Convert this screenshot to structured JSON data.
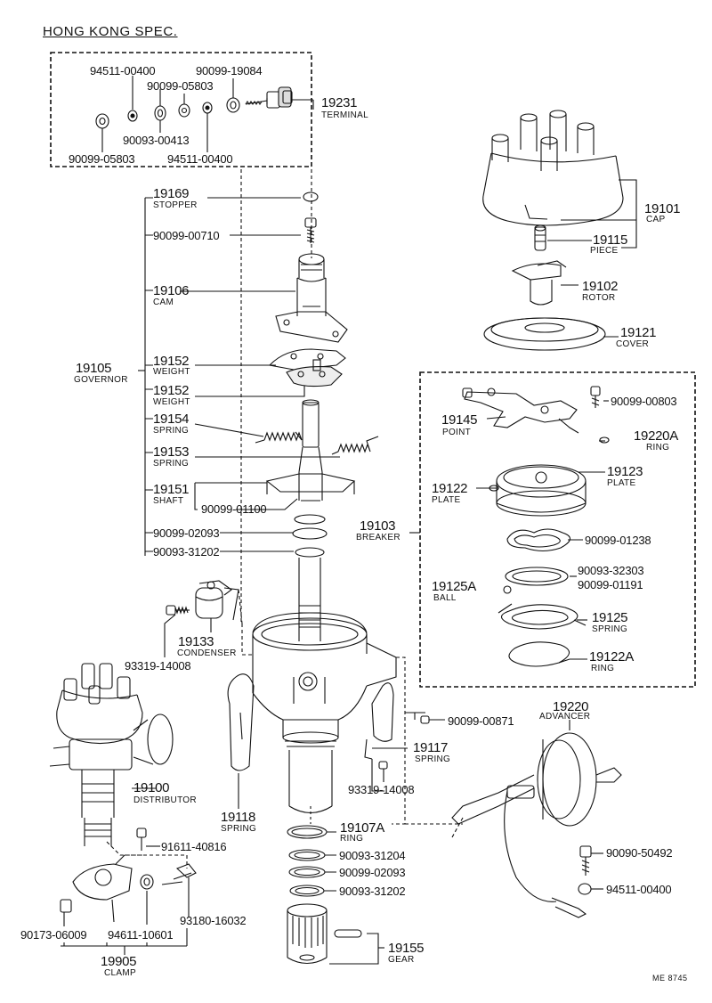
{
  "header": {
    "spec": "HONG KONG SPEC."
  },
  "footer": {
    "ref": "ME 8745"
  },
  "terminal_group": {
    "part_nos": {
      "a": "94511-00400",
      "b": "90099-19084",
      "c": "90099-05803",
      "d": "90093-00413",
      "e": "90099-05803",
      "f": "94511-00400"
    },
    "code": "19231",
    "name": "TERMINAL"
  },
  "governor": {
    "code": "19105",
    "name": "GOVERNOR",
    "stopper": {
      "code": "19169",
      "name": "STOPPER"
    },
    "screw": "90099-00710",
    "cam": {
      "code": "19106",
      "name": "CAM"
    },
    "weight1": {
      "code": "19152",
      "name": "WEIGHT"
    },
    "weight2": {
      "code": "19152",
      "name": "WEIGHT"
    },
    "spring1": {
      "code": "19154",
      "name": "SPRING"
    },
    "spring2": {
      "code": "19153",
      "name": "SPRING"
    },
    "shaft": {
      "code": "19151",
      "name": "SHAFT"
    },
    "shaft_clip": "90099-01100",
    "washer1": "90099-02093",
    "washer2": "90093-31202"
  },
  "condenser": {
    "code": "19133",
    "name": "CONDENSER",
    "screw": "93319-14008"
  },
  "cap": {
    "code": "19101",
    "name": "CAP"
  },
  "piece": {
    "code": "19115",
    "name": "PIECE"
  },
  "rotor": {
    "code": "19102",
    "name": "ROTOR"
  },
  "cover": {
    "code": "19121",
    "name": "COVER"
  },
  "breaker": {
    "code": "19103",
    "name": "BREAKER",
    "point": {
      "code": "19145",
      "name": "POINT"
    },
    "point_screw": "90099-00803",
    "ring_a": {
      "code": "19220A",
      "name": "RING"
    },
    "plate_upper": {
      "code": "19123",
      "name": "PLATE"
    },
    "plate_lower": {
      "code": "19122",
      "name": "PLATE"
    },
    "wave_washer": "90099-01238",
    "washer_a": "90093-32303",
    "washer_b": "90099-01191",
    "ball": {
      "code": "19125A",
      "name": "BALL"
    },
    "spring": {
      "code": "19125",
      "name": "SPRING"
    },
    "ring_b": {
      "code": "19122A",
      "name": "RING"
    }
  },
  "housing": {
    "screw": "90099-00871",
    "spring": {
      "code": "19117",
      "name": "SPRING"
    },
    "screw2": "93319-14008"
  },
  "advancer": {
    "code": "19220",
    "name": "ADVANCER",
    "screw": "90090-50492",
    "washer": "94511-00400"
  },
  "distributor": {
    "code": "19100",
    "name": "DISTRIBUTOR"
  },
  "clip_spring": {
    "code": "19118",
    "name": "SPRING"
  },
  "ring": {
    "code": "19107A",
    "name": "RING"
  },
  "lower_washers": {
    "a": "90093-31204",
    "b": "90099-02093",
    "c": "90093-31202"
  },
  "gear": {
    "code": "19155",
    "name": "GEAR"
  },
  "clamp": {
    "code": "19905",
    "name": "CLAMP",
    "bolt": "91611-40816",
    "bolt2": "93180-16032",
    "nut": "90173-06009",
    "washer": "94611-10601"
  }
}
